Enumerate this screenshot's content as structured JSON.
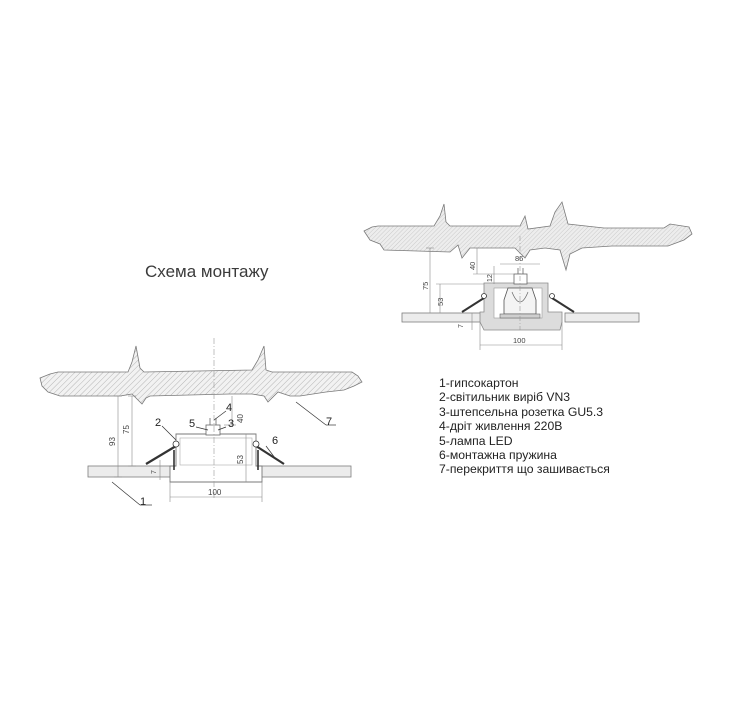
{
  "title": "Схема монтажу",
  "legend": [
    "1-гипсокартон",
    "2-світильник виріб VN3",
    "3-штепсельна розетка GU5.3",
    "4-дріт живлення 220В",
    "5-лампа LED",
    "6-монтажна пружина",
    "7-перекриття що зашивається"
  ],
  "callouts": {
    "n1": "1",
    "n2": "2",
    "n3": "3",
    "n4": "4",
    "n5": "5",
    "n6": "6",
    "n7": "7"
  },
  "dims_left": {
    "total_height": "93",
    "fixture_height": "75",
    "inner_height": "53",
    "top_offset": "40",
    "board": "7",
    "width": "100"
  },
  "dims_right": {
    "fixture_height": "75",
    "inner_height": "53",
    "top_offset": "40",
    "socket": "12",
    "board": "7",
    "top_width": "86",
    "width": "100"
  }
}
